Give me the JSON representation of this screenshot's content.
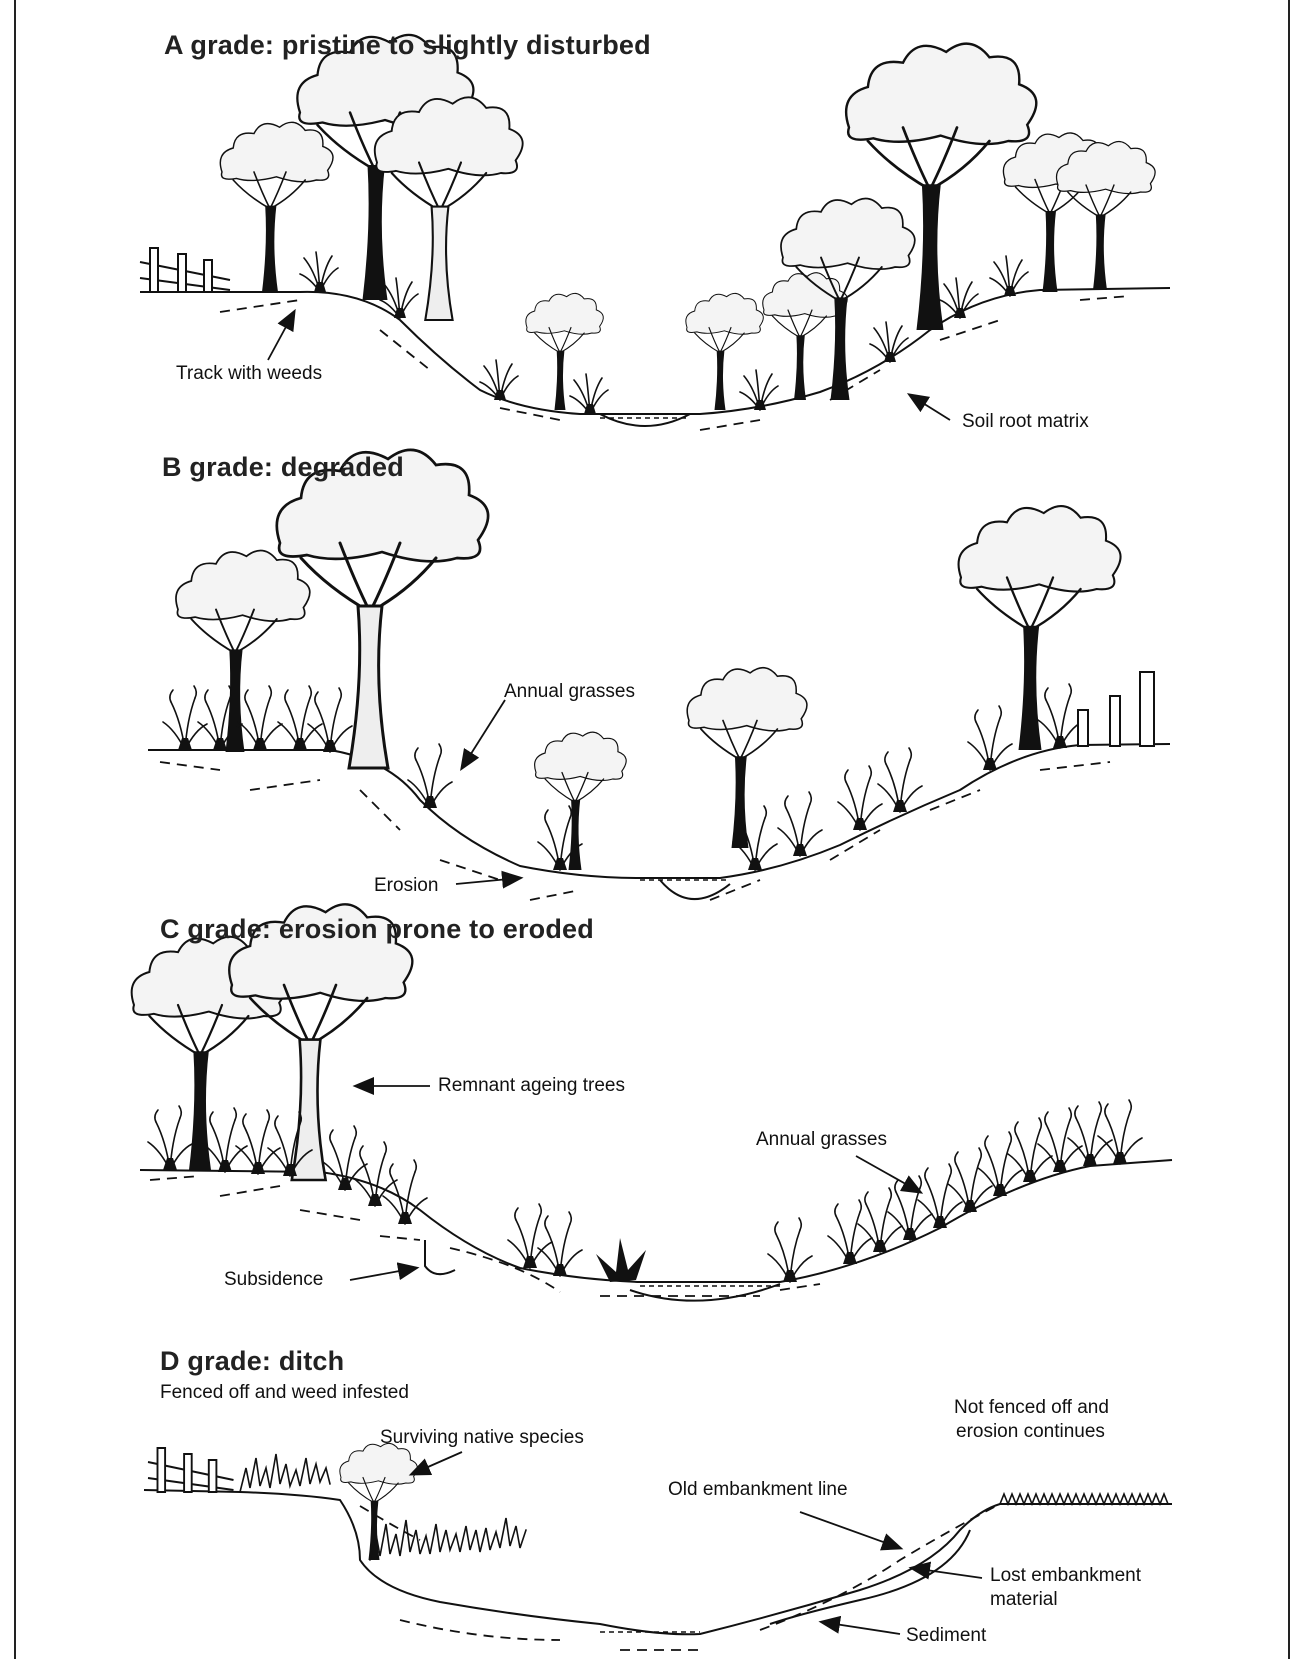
{
  "headings": {
    "a": "A grade: pristine to slightly disturbed",
    "b": "B grade: degraded",
    "c": "C grade: erosion prone to eroded",
    "d": "D grade: ditch"
  },
  "labels": {
    "a_track": "Track with weeds",
    "a_soil": "Soil root matrix",
    "b_annual": "Annual grasses",
    "b_erosion": "Erosion",
    "c_remnant": "Remnant ageing trees",
    "c_annual": "Annual grasses",
    "c_subsidence": "Subsidence",
    "d_fenced": "Fenced off and weed infested",
    "d_surviving": "Surviving native species",
    "d_notfenced_1": "Not fenced off and",
    "d_notfenced_2": "erosion continues",
    "d_oldline": "Old embankment line",
    "d_lost_1": "Lost embankment",
    "d_lost_2": "material",
    "d_sediment": "Sediment"
  }
}
